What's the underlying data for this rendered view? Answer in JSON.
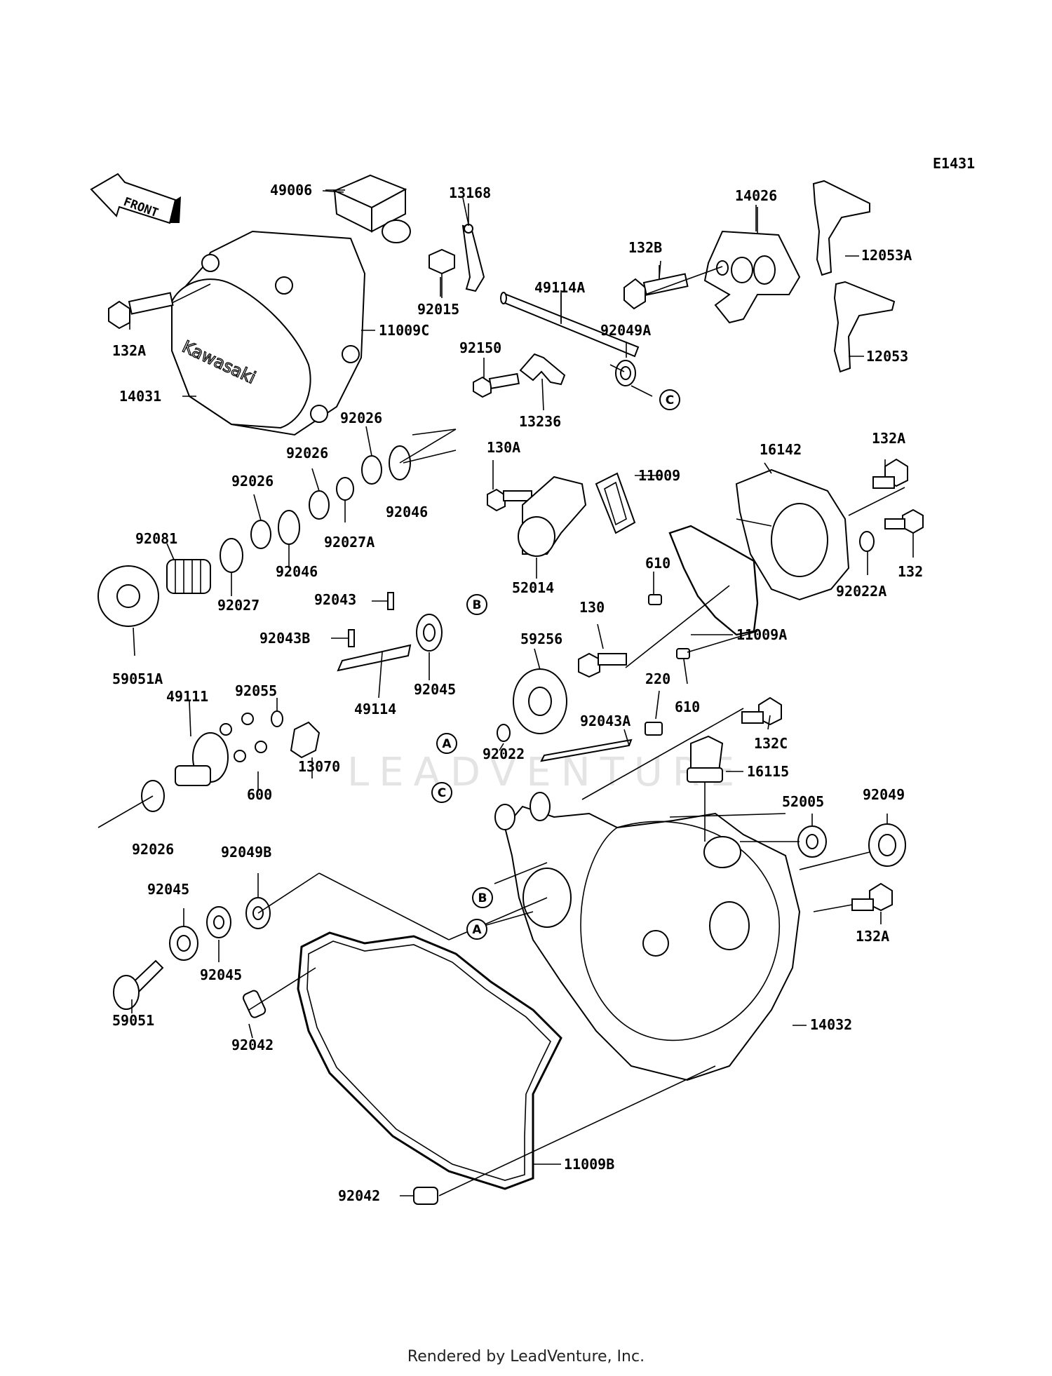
{
  "diagram_code": "E1431",
  "front_arrow_label": "FRONT",
  "cover_brand": "Kawasaki",
  "watermark": "LEADVENTURE",
  "footer": "Rendered by LeadVenture, Inc.",
  "callouts": {
    "A": "A",
    "B": "B",
    "C": "C"
  },
  "parts": [
    "49006",
    "13168",
    "14026",
    "12053A",
    "132B",
    "92015",
    "49114A",
    "132A",
    "11009C",
    "92049A",
    "12053",
    "14031",
    "92150",
    "13236",
    "92026",
    "92046",
    "92027A",
    "130A",
    "11009",
    "16142",
    "92081",
    "92027",
    "52014",
    "610",
    "92022A",
    "92043",
    "130",
    "11009A",
    "92043B",
    "92045",
    "59256",
    "220",
    "59051A",
    "92055",
    "49114",
    "49111",
    "13070",
    "92043A",
    "92022",
    "600",
    "132C",
    "16115",
    "52005",
    "92049",
    "92049B",
    "14032",
    "59051",
    "92042",
    "11009B",
    "132"
  ]
}
